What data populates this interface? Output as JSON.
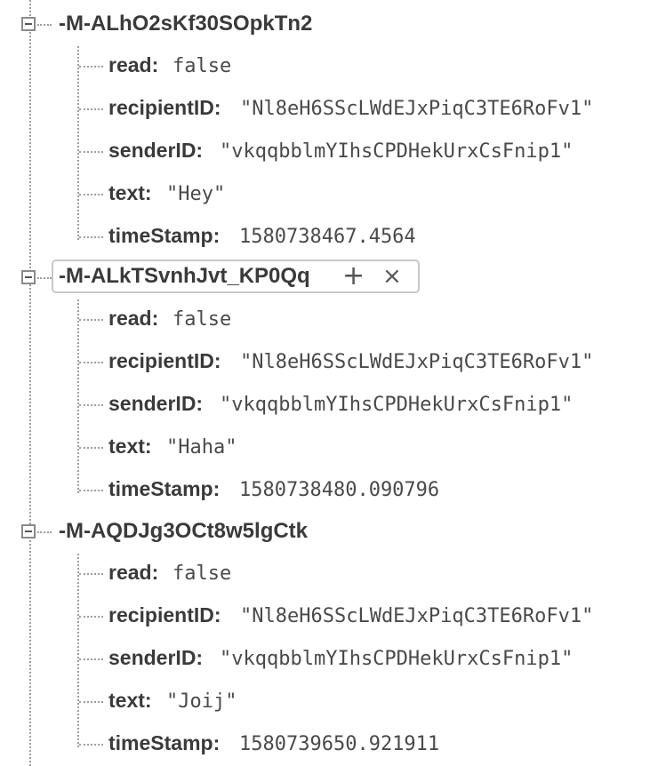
{
  "nodes": [
    {
      "key": "-M-ALhO2sKf30SOpkTn2",
      "selected": false,
      "fields": [
        {
          "key": "read:",
          "value": "false"
        },
        {
          "key": "recipientID:",
          "value": "\"Nl8eH6SScLWdEJxPiqC3TE6RoFv1\""
        },
        {
          "key": "senderID:",
          "value": "\"vkqqbblmYIhsCPDHekUrxCsFnip1\""
        },
        {
          "key": "text:",
          "value": "\"Hey\""
        },
        {
          "key": "timeStamp:",
          "value": "1580738467.4564"
        }
      ]
    },
    {
      "key": "-M-ALkTSvnhJvt_KP0Qq",
      "selected": true,
      "add_icon": "+",
      "close_icon": "×",
      "fields": [
        {
          "key": "read:",
          "value": "false"
        },
        {
          "key": "recipientID:",
          "value": "\"Nl8eH6SScLWdEJxPiqC3TE6RoFv1\""
        },
        {
          "key": "senderID:",
          "value": "\"vkqqbblmYIhsCPDHekUrxCsFnip1\""
        },
        {
          "key": "text:",
          "value": "\"Haha\""
        },
        {
          "key": "timeStamp:",
          "value": "1580738480.090796"
        }
      ]
    },
    {
      "key": "-M-AQDJg3OCt8w5lgCtk",
      "selected": false,
      "fields": [
        {
          "key": "read:",
          "value": "false"
        },
        {
          "key": "recipientID:",
          "value": "\"Nl8eH6SScLWdEJxPiqC3TE6RoFv1\""
        },
        {
          "key": "senderID:",
          "value": "\"vkqqbblmYIhsCPDHekUrxCsFnip1\""
        },
        {
          "key": "text:",
          "value": "\"Joij\""
        },
        {
          "key": "timeStamp:",
          "value": "1580739650.921911"
        }
      ]
    }
  ],
  "icons": {
    "collapse": "collapse-minus-icon",
    "add": "plus-icon",
    "close": "close-icon"
  },
  "colors": {
    "text": "#3a3a3a",
    "value": "#4a4a4a",
    "guide": "#9e9e9e",
    "selected_border": "#c8c8c8"
  }
}
